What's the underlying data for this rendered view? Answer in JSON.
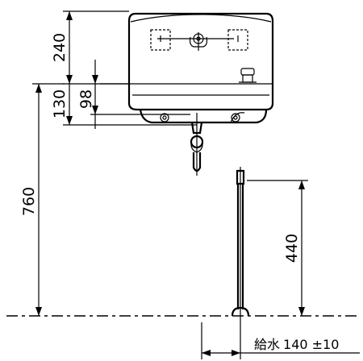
{
  "diagram": {
    "dimensions": [
      {
        "id": "tank-height",
        "label": "240"
      },
      {
        "id": "spout-offset-130",
        "label": "130"
      },
      {
        "id": "spout-offset-98",
        "label": "98"
      },
      {
        "id": "mount-height",
        "label": "760"
      },
      {
        "id": "supply-height",
        "label": "440"
      }
    ],
    "supply_note": {
      "prefix": "給水",
      "value": "140 ±10"
    }
  }
}
